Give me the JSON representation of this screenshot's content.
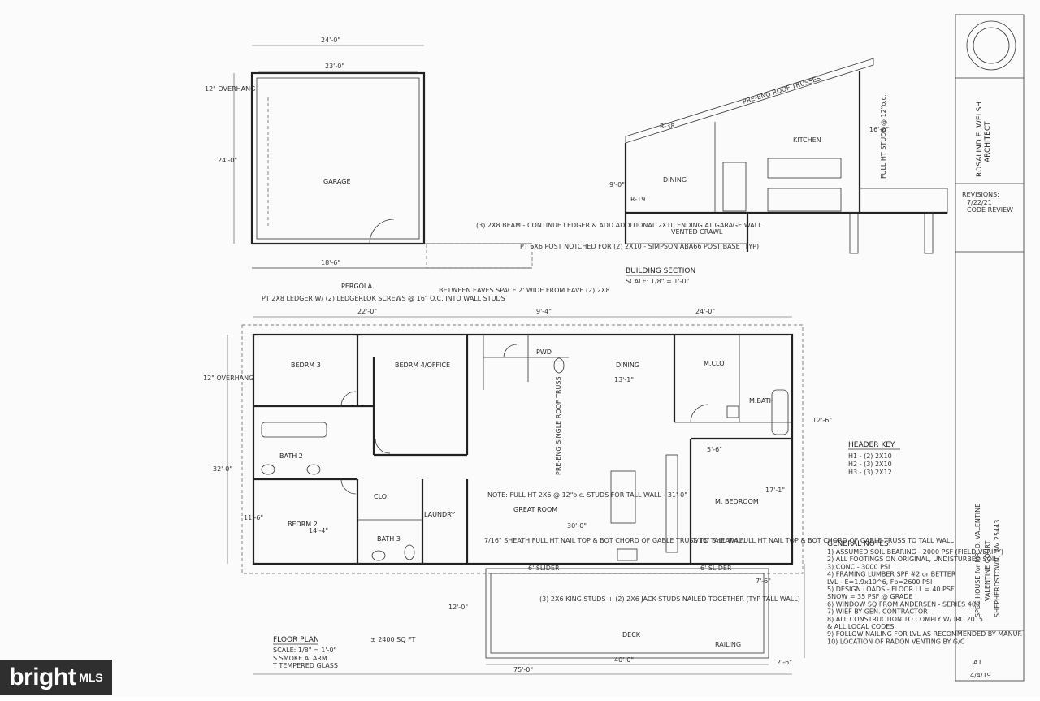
{
  "titleblock": {
    "architect": "ROSALIND E. WELSH",
    "role": "ARCHITECT",
    "revisions_label": "REVISIONS:",
    "revision_date": "7/22/21",
    "revision_note": "CODE REVIEW",
    "project_line1": "SPEC HOUSE for MR. D. VALENTINE",
    "project_line2": "VALENTINE COURT",
    "project_line3": "SHEPHERDSTOWN, WV 25443",
    "sheet": "A1",
    "date": "4/4/19"
  },
  "plan": {
    "title": "FLOOR PLAN",
    "scale": "SCALE: 1/8\" = 1'-0\"",
    "area": "± 2400 SQ FT",
    "legend1": "S SMOKE ALARM",
    "legend2": "T TEMPERED GLASS"
  },
  "rooms": {
    "garage": "GARAGE",
    "pergola": "PERGOLA",
    "bedroom3": "BEDRM 3",
    "bedroom4": "BEDRM 4/OFFICE",
    "bath2": "BATH 2",
    "bedroom2": "BEDRM 2",
    "bath3": "BATH 3",
    "laundry": "LAUNDRY",
    "pwd": "PWD",
    "dining": "DINING",
    "great_room": "GREAT ROOM",
    "mclo": "M.CLO",
    "mbath": "M.BATH",
    "mbedroom": "M. BEDROOM",
    "deck": "DECK",
    "clo": "CLO",
    "railing": "RAILING"
  },
  "section": {
    "title": "BUILDING SECTION",
    "scale": "SCALE: 1/8\" = 1'-0\"",
    "trusses": "PRE-ENG ROOF TRUSSES",
    "kitchen": "KITCHEN",
    "dining": "DINING",
    "crawl": "VENTED CRAWL",
    "r38": "R-38",
    "r19": "R-19",
    "full_ht": "FULL HT STUDS @ 12\"o.c.",
    "ht_16": "16'-0\"",
    "ht_9": "9'-0\""
  },
  "header_key": {
    "title": "HEADER KEY",
    "h1": "H1 - (2) 2X10",
    "h2": "H2 - (3) 2X10",
    "h3": "H3 - (3) 2X12"
  },
  "notes": {
    "title": "GENERAL NOTES:",
    "items": [
      "1) ASSUMED SOIL BEARING - 2000 PSF (FIELD VERIFY)",
      "2) ALL FOOTINGS ON ORIGINAL, UNDISTURBED SOIL",
      "3) CONC - 3000 PSI",
      "4) FRAMING LUMBER SPF #2 or BETTER",
      "   LVL - E=1.9x10^6, Fb=2600 PSI",
      "5) DESIGN LOADS - FLOOR LL = 40 PSF",
      "   SNOW = 35 PSF @ GRADE",
      "6) WINDOW SQ FROM ANDERSEN - SERIES 400",
      "7) WIEF BY GEN. CONTRACTOR",
      "8) ALL CONSTRUCTION TO COMPLY W/ IRC 2015",
      "   & ALL LOCAL CODES",
      "9) FOLLOW NAILING FOR LVL AS RECOMMENDED BY MANUF.",
      "10) LOCATION OF RADON VENTING BY G/C"
    ]
  },
  "annotations": {
    "beam": "(3) 2X8 BEAM - CONTINUE LEDGER & ADD ADDITIONAL 2X10 ENDING AT GARAGE WALL",
    "post": "PT 6X6 POST NOTCHED FOR (2) 2X10 - SIMPSON ABA66 POST BASE (TYP)",
    "ledger": "PT 2X8 LEDGER W/ (2) LEDGERLOK SCREWS @ 16\" O.C. INTO WALL STUDS",
    "eaves": "BETWEEN EAVES SPACE 2' WIDE FROM EAVE (2) 2X8",
    "fullht_note": "NOTE: FULL HT 2X6 @ 12\"o.c. STUDS FOR TALL WALL - 31'-0\"",
    "pre_eng": "PRE-ENG SINGLE ROOF TRUSS",
    "sheath1": "7/16\" SHEATH FULL HT NAIL TOP & BOT CHORD OF GABLE TRUSS TO TALL WALL",
    "sheath2": "7/16\" SHEATH FULL HT NAIL TOP & BOT CHORD OF GABLE TRUSS TO TALL WALL",
    "kingstuds": "(3) 2X6 KING STUDS + (2) 2X6 JACK STUDS NAILED TOGETHER (TYP TALL WALL)",
    "slider1": "6' SLIDER",
    "slider2": "6' SLIDER",
    "overhang": "12\" OVERHANG"
  },
  "dims": {
    "garage_w": "24'-0\"",
    "garage_in": "23'-0\"",
    "garage_d": "24'-0\"",
    "house_left": "22'-0\"",
    "house_right": "24'-0\"",
    "house_mid": "9'-4\"",
    "total_w": "75'-0\"",
    "deck_w": "40'-0\"",
    "house_d": "32'-0\"",
    "deck_d": "12'-0\"",
    "pergola_w": "18'-6\"",
    "d_30": "30'-0\"",
    "d_12_6": "12'-6\"",
    "d_11_6": "11'-6\"",
    "d_7_6": "7'-6\"",
    "d_5_6": "5'-6\"",
    "d_2_6": "2'-6\"",
    "d_14_4": "14'-4\"",
    "d_13_1": "13'-1\"",
    "d_17": "17'-1\""
  },
  "watermark": {
    "brand": "bright",
    "suffix": "MLS"
  }
}
